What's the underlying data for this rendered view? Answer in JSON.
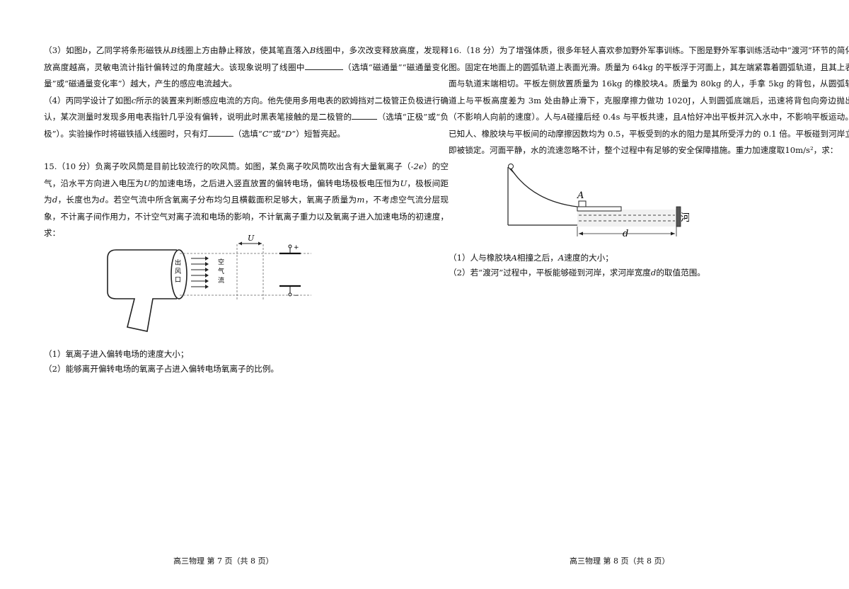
{
  "left": {
    "q14_p3": {
      "a": "（3）如图",
      "fig": "b",
      "b": "，乙同学将条形磁铁从",
      "coil1": "B",
      "c": "线圈上方由静止释放，使其笔直落入",
      "coil2": "B",
      "d": "线圈中，多次改变释放高度，发现释放高度越高，灵敏电流计指针偏转过的角度越大。该现象说明了线圈中",
      "e": "（选填“磁通量”“磁通量变化量”或“磁通量变化率”）越大，产生的感应电流越大。"
    },
    "q14_p4": {
      "a": "（4）丙同学设计了如图",
      "fig": "c",
      "b": "所示的装置来判断感应电流的方向。他先使用多用电表的欧姆挡对二极管正负极进行确认，某次测量时发现多用电表指针几乎没有偏转，说明此时黑表笔接触的是二极管的",
      "c": "（选填“正极”或“负极”）。实验操作时将磁铁插入线圈时，只有灯",
      "d": "（选填“",
      "optC": "C",
      "e": "”或“",
      "optD": "D",
      "f": "”）短暂亮起。"
    },
    "q15": {
      "a": "15.（10 分）负离子吹风筒是目前比较流行的吹风筒。如图，某负离子吹风筒吹出含有大量氧离子（",
      "charge": "-2e",
      "b": "）的空气，沿水平方向进入电压为",
      "U1": "U",
      "c": "的加速电场，之后进入竖直放置的偏转电场，偏转电场极板电压恒为",
      "U2": "U",
      "d": "，极板间距为",
      "d1": "d",
      "e": "，长度也为",
      "d2": "d",
      "f": "。若空气流中所含氧离子分布均匀且横截面积足够大，氧离子质量为",
      "m": "m",
      "g": "，不考虑空气流分层现象，不计离子间作用力，不计空气对离子流和电场的影响，不计氧离子重力以及氧离子进入加速电场的初速度，求："
    },
    "fig15": {
      "U": "U",
      "outlet": [
        "出",
        "风",
        "口"
      ],
      "air": [
        "空",
        "气",
        "流"
      ],
      "plus": "+",
      "minus": "−"
    },
    "q15_sub1": "（1）氧离子进入偏转电场的速度大小；",
    "q15_sub2": "（2）能够离开偏转电场的氧离子占进入偏转电场氧离子的比例。",
    "footer": "高三物理  第 7 页（共 8 页）"
  },
  "right": {
    "q16": {
      "a": "16.（18 分）为了增强体质，很多年轻人喜欢参加野外军事训练。下图是野外军事训练活动中“渡河”环节的简化图。固定在地面上的圆弧轨道上表面光滑。质量为 64kg 的平板浮于河面上，其左端紧靠着圆弧轨道，且其上表面与轨道末端相切。平板左侧放置质量为 16kg 的橡胶块",
      "A1": "A",
      "b": "。质量为 80kg 的人，手拿 5kg 的背包，从圆弧轨道上与平板高度差为 3m 处由静止滑下，克服摩擦力做功 1020J，人到圆弧底端后，迅速将背包向旁边抛出（不影响人向前的速度）。人与",
      "A2": "A",
      "c": "碰撞后经 0.4s 与平板共速，且",
      "A3": "A",
      "d": "恰好冲出平板并沉入水中，不影响平板运动。已知人、橡胶块与平板间的动摩擦因数均为 0.5，平板受到的水的阻力是其所受浮力的 0.1 倍。平板碰到河岸立即被锁定。河面平静，水的流速忽略不计，整个过程中有足够的安全保障措施。重力加速度取10m/s²，求："
    },
    "fig16": {
      "A": "A",
      "d": "d",
      "bank": "河岸"
    },
    "q16_sub1": {
      "a": "（1）人与橡胶块",
      "A": "A",
      "b": "相撞之后，",
      "A2": "A",
      "c": "速度的大小；"
    },
    "q16_sub2": {
      "a": "（2）若“渡河”过程中，平板能够碰到河岸，求河岸宽度",
      "d": "d",
      "b": "的取值范围。"
    },
    "footer": "高三物理  第 8 页（共 8 页）"
  }
}
